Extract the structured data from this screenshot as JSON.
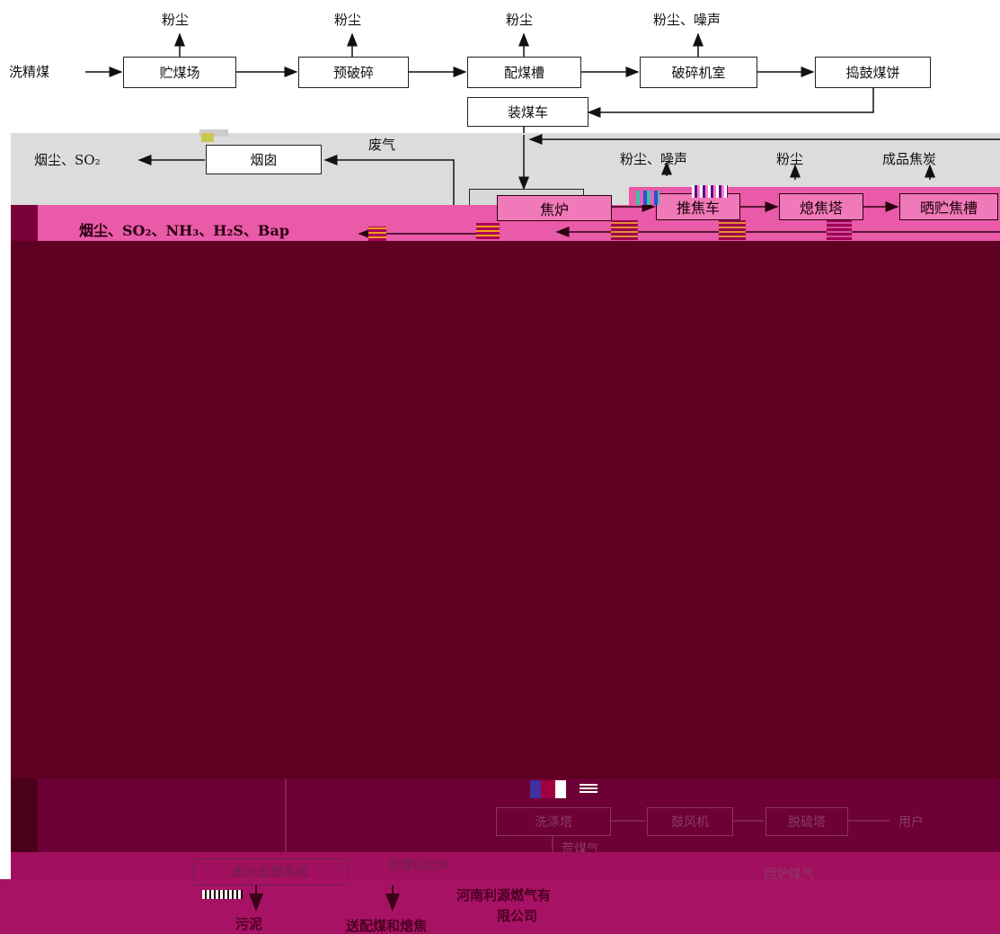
{
  "top": {
    "input": "洗精煤",
    "boxes": [
      "贮煤场",
      "预破碎",
      "配煤槽",
      "破碎机室",
      "捣鼓煤饼"
    ],
    "emissions": [
      "粉尘",
      "粉尘",
      "粉尘",
      "粉尘、噪声"
    ],
    "car": "装煤车"
  },
  "mid": {
    "chimney": "烟囱",
    "chimney_out": "烟尘、SO₂",
    "waste_gas": "废气",
    "coke_oven_hidden": "焦炉",
    "coke_oven": "焦炉",
    "pusher_emission": "粉尘、噪声",
    "quench_emission": "粉尘",
    "product": "成品焦炭",
    "pusher": "推焦车",
    "quench": "熄焦塔",
    "storage": "晒贮焦槽",
    "oven_emissions": "烟尘、SO₂、NH₃、H₂S、Bap"
  },
  "bottom": {
    "b1": "洗涤塔",
    "b2": "鼓风机",
    "b3": "脱硫塔",
    "b_out": "用户",
    "sub_label": "荒煤气",
    "wastewater": "废水处理系统",
    "treated_water": "处理后出水",
    "return_gas": "回炉煤气",
    "company": [
      "河南利源燃气有",
      "限公司"
    ],
    "sludge": "污泥",
    "to_blend": "送配煤和熄焦"
  }
}
